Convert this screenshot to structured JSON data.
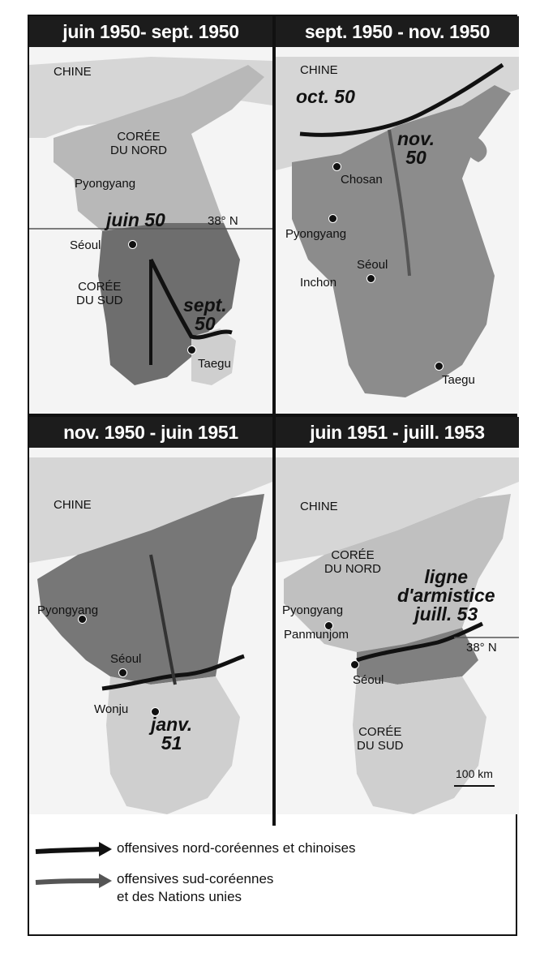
{
  "panels": [
    {
      "title": "juin 1950- sept. 1950",
      "labels": {
        "chine": "CHINE",
        "coree_nord": "CORÉE\nDU NORD",
        "pyongyang": "Pyongyang",
        "juin50": "juin 50",
        "parallel": "38° N",
        "seoul": "Séoul",
        "coree_sud": "CORÉE\nDU SUD",
        "sept50": "sept.\n50",
        "taegu": "Taegu"
      }
    },
    {
      "title": "sept. 1950 - nov. 1950",
      "labels": {
        "chine": "CHINE",
        "oct50": "oct. 50",
        "nov50": "nov.\n50",
        "chosan": "Chosan",
        "pyongyang": "Pyongyang",
        "seoul": "Séoul",
        "inchon": "Inchon",
        "taegu": "Taegu"
      }
    },
    {
      "title": "nov. 1950 - juin 1951",
      "labels": {
        "chine": "CHINE",
        "pyongyang": "Pyongyang",
        "seoul": "Séoul",
        "wonju": "Wonju",
        "janv51": "janv.\n51"
      }
    },
    {
      "title": "juin 1951 - juill. 1953",
      "labels": {
        "chine": "CHINE",
        "coree_nord": "CORÉE\nDU NORD",
        "ligne": "ligne\nd'armistice\njuill. 53",
        "pyongyang": "Pyongyang",
        "panmunjom": "Panmunjom",
        "parallel": "38° N",
        "seoul": "Séoul",
        "coree_sud": "CORÉE\nDU SUD",
        "scale": "100 km"
      }
    }
  ],
  "legend": {
    "item1": "offensives nord-coréennes et chinoises",
    "item2_line1": "offensives sud-coréennes",
    "item2_line2": "et des Nations unies"
  },
  "colors": {
    "china": "#c8c8c8",
    "north_zone": "#bcbcbc",
    "south_zone": "#d8d8d8",
    "occupied_dark": "#6e6e6e",
    "occupied_mid": "#8c8c8c",
    "front_line": "#111111",
    "header_bg": "#1c1c1c"
  }
}
